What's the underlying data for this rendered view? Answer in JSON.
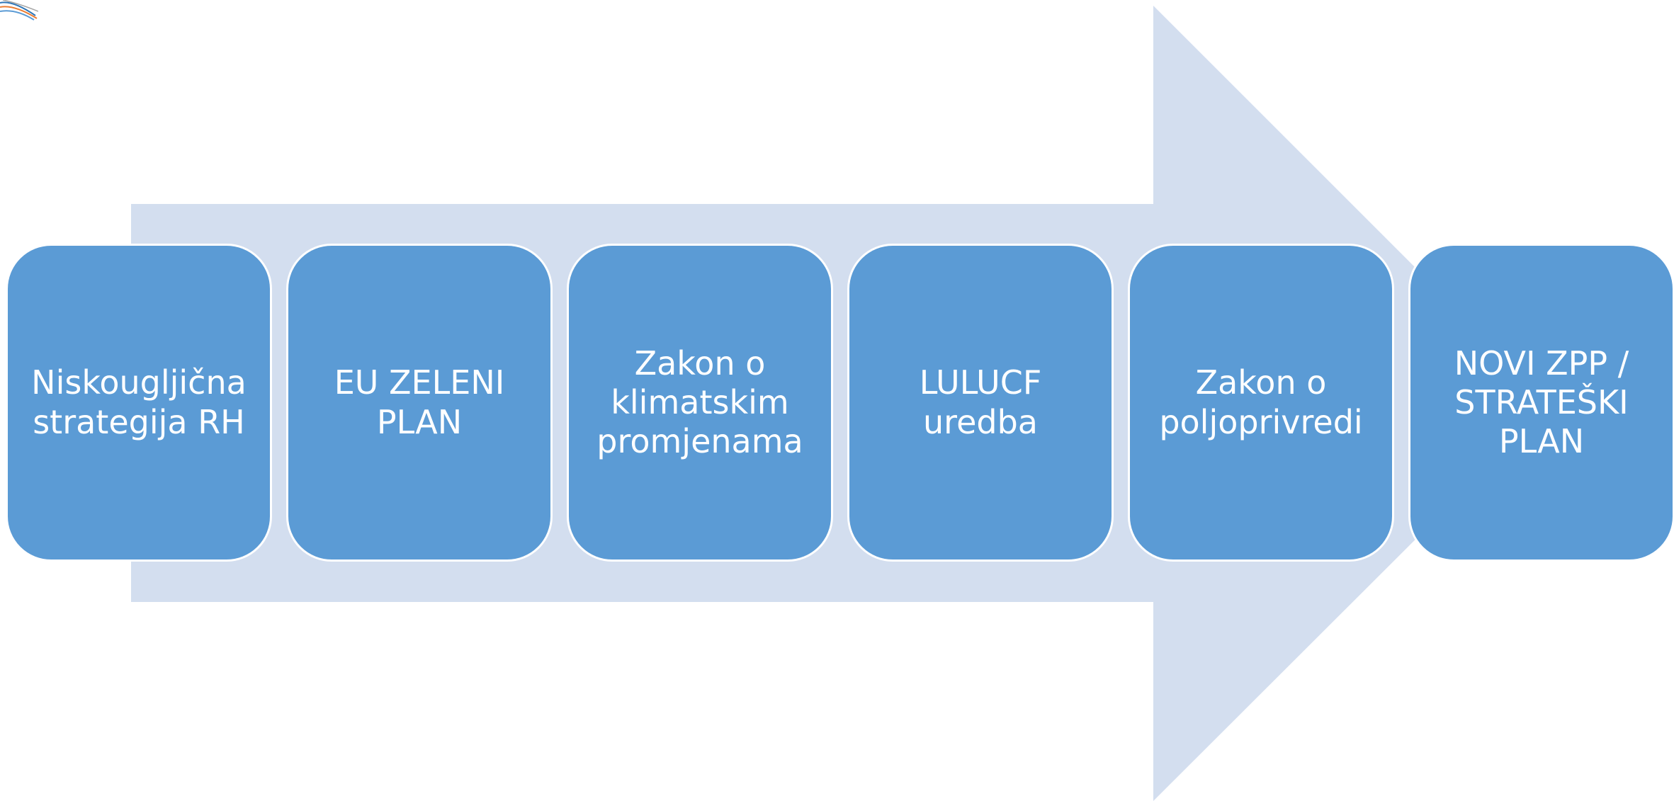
{
  "colors": {
    "arrow_fill": "#d3deef",
    "box_fill": "#5b9bd5",
    "box_border": "#ffffff",
    "box_text": "#ffffff"
  },
  "steps": [
    {
      "label": "Niskougljična\nstrategija RH"
    },
    {
      "label": "EU ZELENI\nPLAN"
    },
    {
      "label": "Zakon o\nklimatskim\npromjenama"
    },
    {
      "label": "LULUCF\nuredba"
    },
    {
      "label": "Zakon o\npoljoprivredi"
    },
    {
      "label": "NOVI ZPP /\nSTRATEŠKI\nPLAN"
    }
  ]
}
